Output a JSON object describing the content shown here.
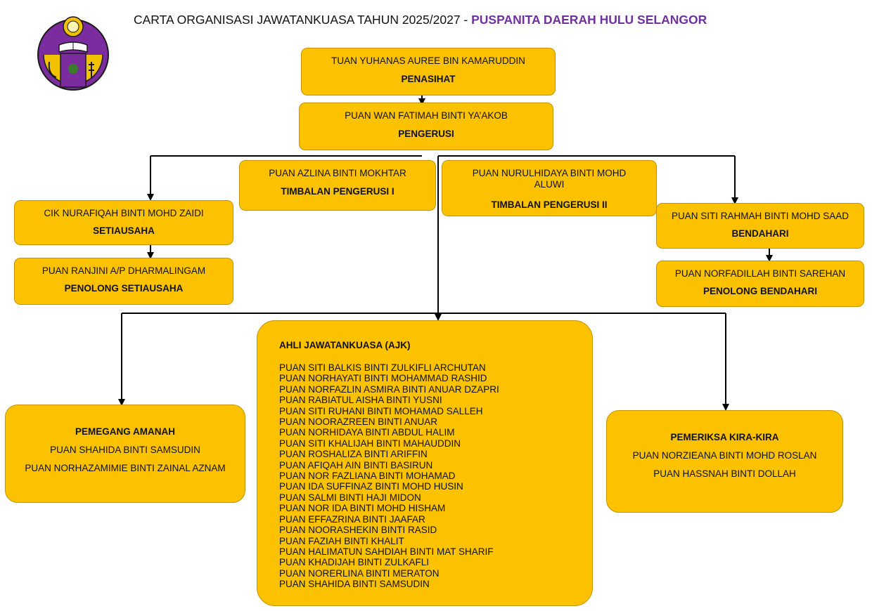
{
  "header": {
    "title_main": "CARTA ORGANISASI JAWATANKUASA TAHUN 2025/2027 -",
    "title_org": "PUSPANITA DAERAH HULU SELANGOR"
  },
  "nodes": {
    "penasihat": {
      "name": "TUAN YUHANAS AUREE BIN KAMARUDDIN",
      "role": "PENASIHAT"
    },
    "pengerusi": {
      "name": "PUAN WAN FATIMAH BINTI YA’AKOB",
      "role": "PENGERUSI"
    },
    "timb1": {
      "name": "PUAN AZLINA BINTI MOKHTAR",
      "role": "TIMBALAN PENGERUSI I"
    },
    "timb2": {
      "name": "PUAN NURULHIDAYA BINTI  MOHD ALUWI",
      "role": "TIMBALAN PENGERUSI II"
    },
    "setiausaha": {
      "name": "CIK NURAFIQAH BINTI MOHD ZAIDI",
      "role": "SETIAUSAHA"
    },
    "pen_setiausaha": {
      "name": "PUAN RANJINI A/P DHARMALINGAM",
      "role": "PENOLONG SETIAUSAHA"
    },
    "bendahari": {
      "name": "PUAN SITI RAHMAH BINTI MOHD SAAD",
      "role": "BENDAHARI"
    },
    "pen_bendahari": {
      "name": "PUAN NORFADILLAH BINTI SAREHAN",
      "role": "PENOLONG BENDAHARI"
    }
  },
  "pemegang_amanah": {
    "title": "PEMEGANG AMANAH",
    "members": [
      "PUAN SHAHIDA BINTI SAMSUDIN",
      "PUAN NORHAZAMIMIE BINTI ZAINAL AZNAM"
    ]
  },
  "pemeriksa": {
    "title": "PEMERIKSA KIRA-KIRA",
    "members": [
      "PUAN NORZIEANA BINTI MOHD ROSLAN",
      "PUAN HASSNAH BINTI DOLLAH"
    ]
  },
  "ajk": {
    "title": "AHLI JAWATANKUASA (AJK)",
    "members": [
      "PUAN SITI BALKIS BINTI ZULKIFLI ARCHUTAN",
      "PUAN NORHAYATI BINTI MOHAMMAD RASHID",
      "PUAN NORFAZLIN ASMIRA BINTI ANUAR DZAPRI",
      "PUAN RABIATUL AISHA BINTI YUSNI",
      "PUAN SITI RUHANI BINTI MOHAMAD SALLEH",
      "PUAN NOORAZREEN BINTI ANUAR",
      "PUAN NORHIDAYA BINTI ABDUL HALIM",
      "PUAN SITI KHALIJAH BINTI MAHAUDDIN",
      "PUAN ROSHALIZA BINTI ARIFFIN",
      "PUAN AFIQAH AIN BINTI BASIRUN",
      "PUAN NOR FAZLIANA BINTI MOHAMAD",
      "PUAN IDA SUFFINAZ BINTI MOHD HUSIN",
      "PUAN SALMI BINTI HAJI MIDON",
      "PUAN NOR IDA BINTI MOHD HISHAM",
      "PUAN EFFAZRINA BINTI JAAFAR",
      "PUAN NOORASHEKIN BINTI RASID",
      "PUAN FAZIAH BINTI KHALIT",
      "PUAN HALIMATUN SAHDIAH BINTI MAT SHARIF",
      "PUAN KHADIJAH BINTI ZULKAFLI",
      "PUAN NORERLINA BINTI MERATON",
      "PUAN SHAHIDA BINTI SAMSUDIN"
    ]
  },
  "colors": {
    "box_fill": "#fcc200",
    "box_border": "#c49300",
    "title_accent": "#7030a0",
    "connector": "#000000"
  },
  "logo": {
    "icon": "puspanita-emblem-icon"
  }
}
